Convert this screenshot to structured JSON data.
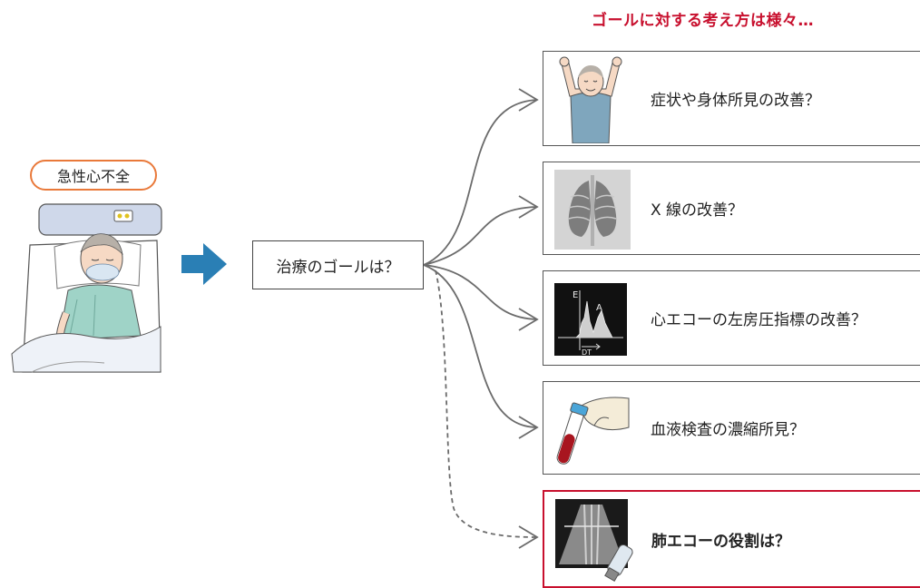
{
  "heading": "ゴールに対する考え方は様々…",
  "patient_label": "急性心不全",
  "question": "治療のゴールは？",
  "goals": [
    {
      "label": "症状や身体所見の改善？"
    },
    {
      "label": "X 線の改善？"
    },
    {
      "label": "心エコーの左房圧指標の改善？"
    },
    {
      "label": "血液検査の濃縮所見？"
    },
    {
      "label": "肺エコーの役割は？"
    }
  ],
  "echo_labels": {
    "e": "E",
    "a": "A",
    "dt": "DT"
  },
  "colors": {
    "accent_red": "#c8102e",
    "pill_orange": "#e9793a",
    "arrow_blue": "#2a7fb5",
    "connector_gray": "#6b6b6b"
  }
}
